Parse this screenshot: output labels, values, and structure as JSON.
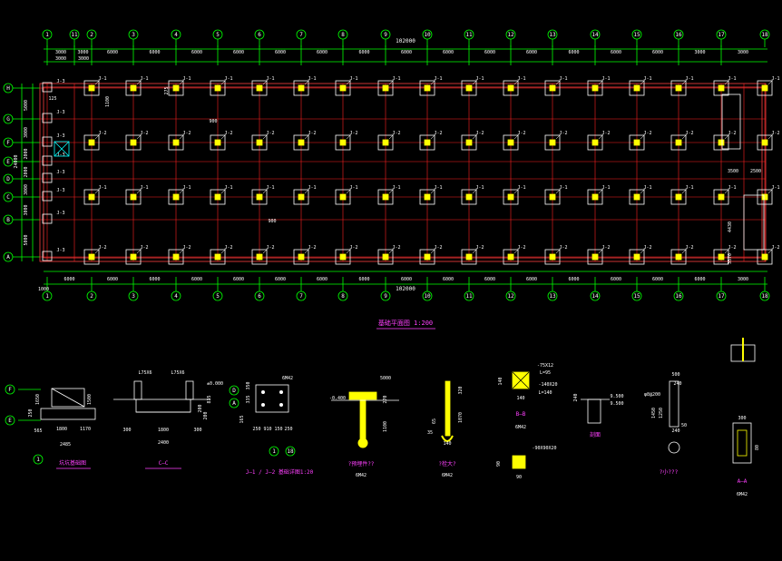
{
  "colors": {
    "background": "#000000",
    "axis": "#ff2020",
    "wall": "#ff4040",
    "grid_bubble": "#00ff00",
    "dim": "#00ff00",
    "footing": "#ffffff",
    "column": "#ffff00",
    "label": "#ffffff",
    "title": "#ff40ff",
    "cyan": "#00ffff"
  },
  "plan": {
    "title": "基础平面图 1:200",
    "total_length": "102000",
    "col_axis_labels": [
      "1",
      "11",
      "2",
      "3",
      "4",
      "5",
      "6",
      "7",
      "8",
      "9",
      "10",
      "11",
      "12",
      "13",
      "14",
      "15",
      "16",
      "17",
      "18"
    ],
    "bottom_axis_labels": [
      "1",
      "2",
      "3",
      "4",
      "5",
      "6",
      "7",
      "8",
      "9",
      "10",
      "11",
      "12",
      "13",
      "14",
      "15",
      "16",
      "17",
      "18"
    ],
    "row_axis_labels": [
      "H",
      "G",
      "F",
      "E",
      "D",
      "C",
      "B",
      "A"
    ],
    "top_dims": [
      "3000",
      "3000",
      "6000",
      "6000",
      "6000",
      "6000",
      "6000",
      "6000",
      "6000",
      "6000",
      "6000",
      "6000",
      "6000",
      "6000",
      "6000",
      "6000",
      "3000",
      "3000"
    ],
    "top_dims_2": [
      "3000",
      "3000"
    ],
    "bottom_dims": [
      "6000",
      "6000",
      "6000",
      "6000",
      "6000",
      "6000",
      "6000",
      "6000",
      "6000",
      "6000",
      "6000",
      "6000",
      "6000",
      "6000",
      "6000",
      "6000",
      "3000",
      "3000"
    ],
    "left_dims": [
      "5000",
      "3000",
      "2000",
      "2000",
      "3000",
      "3000",
      "5000"
    ],
    "left_total": "24000",
    "footing_tags": [
      "J-1",
      "J-2",
      "J-3"
    ],
    "misc_dims": [
      "1100",
      "1100",
      "900",
      "900",
      "1250",
      "275",
      "125",
      "3500",
      "2500",
      "4430",
      "3570",
      "1000",
      "250"
    ]
  },
  "details": [
    {
      "title": "坑坑基础图",
      "axes": [
        "F",
        "E",
        "1"
      ],
      "dims": [
        "1800",
        "1170",
        "2485",
        "250",
        "1650",
        "1500",
        "565"
      ]
    },
    {
      "title": "C—C",
      "dims": [
        "1800",
        "2400",
        "300",
        "300",
        "200",
        "200",
        "835"
      ],
      "labels": [
        "L75X6",
        "L75X6",
        "±0.000"
      ]
    },
    {
      "title": "J—1 / J—2 基础详图1:20",
      "axes": [
        "D",
        "A",
        "1",
        "18"
      ],
      "dims": [
        "250",
        "910",
        "150",
        "250",
        "165",
        "335",
        "350"
      ],
      "labels": [
        "6M42"
      ]
    },
    {
      "title": "?预埋件??",
      "dims": [
        "270",
        "1100",
        "-0.400"
      ],
      "labels": [
        "6M42",
        "5000"
      ]
    },
    {
      "title": "?栓大?",
      "dims": [
        "320",
        "1070",
        "65",
        "140",
        "35"
      ],
      "labels": [
        "6M42"
      ]
    },
    {
      "title": "B—B",
      "dims": [
        "140",
        "140",
        "90",
        "90"
      ],
      "labels": [
        "-75X12",
        "L=95",
        "-140X20",
        "L=140",
        "6M42",
        "-90X90X20"
      ]
    },
    {
      "title": "剖面",
      "dims": [
        "240",
        "9.500",
        "9.500"
      ],
      "labels": []
    },
    {
      "title": "?小???",
      "dims": [
        "500",
        "240",
        "1450",
        "1250",
        "240",
        "50"
      ],
      "labels": [
        "φ8@200"
      ]
    },
    {
      "title": "A—A",
      "dims": [
        "300",
        "80"
      ],
      "labels": [
        "6M42"
      ]
    }
  ]
}
